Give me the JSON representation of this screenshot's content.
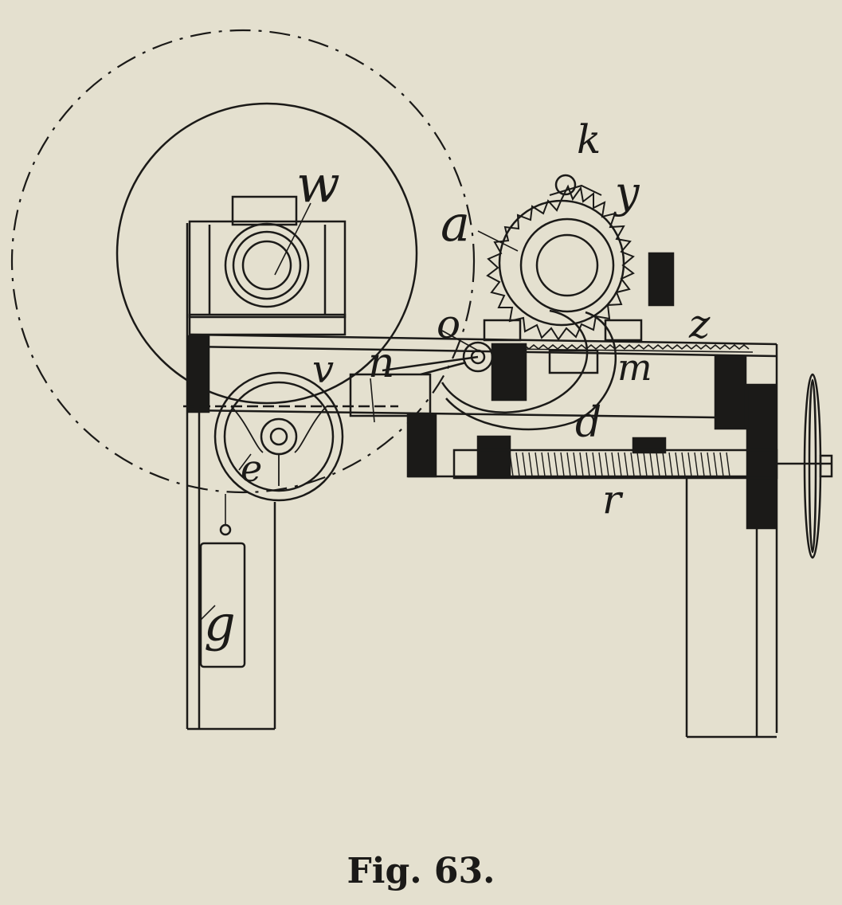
{
  "figure": {
    "caption": "Fig. 63.",
    "labels": {
      "w": "w",
      "k": "k",
      "y": "y",
      "a": "a",
      "o": "o",
      "z": "z",
      "v": "v",
      "n": "n",
      "m": "m",
      "d": "d",
      "e": "e",
      "r": "r",
      "g": "g"
    }
  },
  "colors": {
    "paper": "#e4e0cf",
    "ink": "#1b1a18"
  }
}
